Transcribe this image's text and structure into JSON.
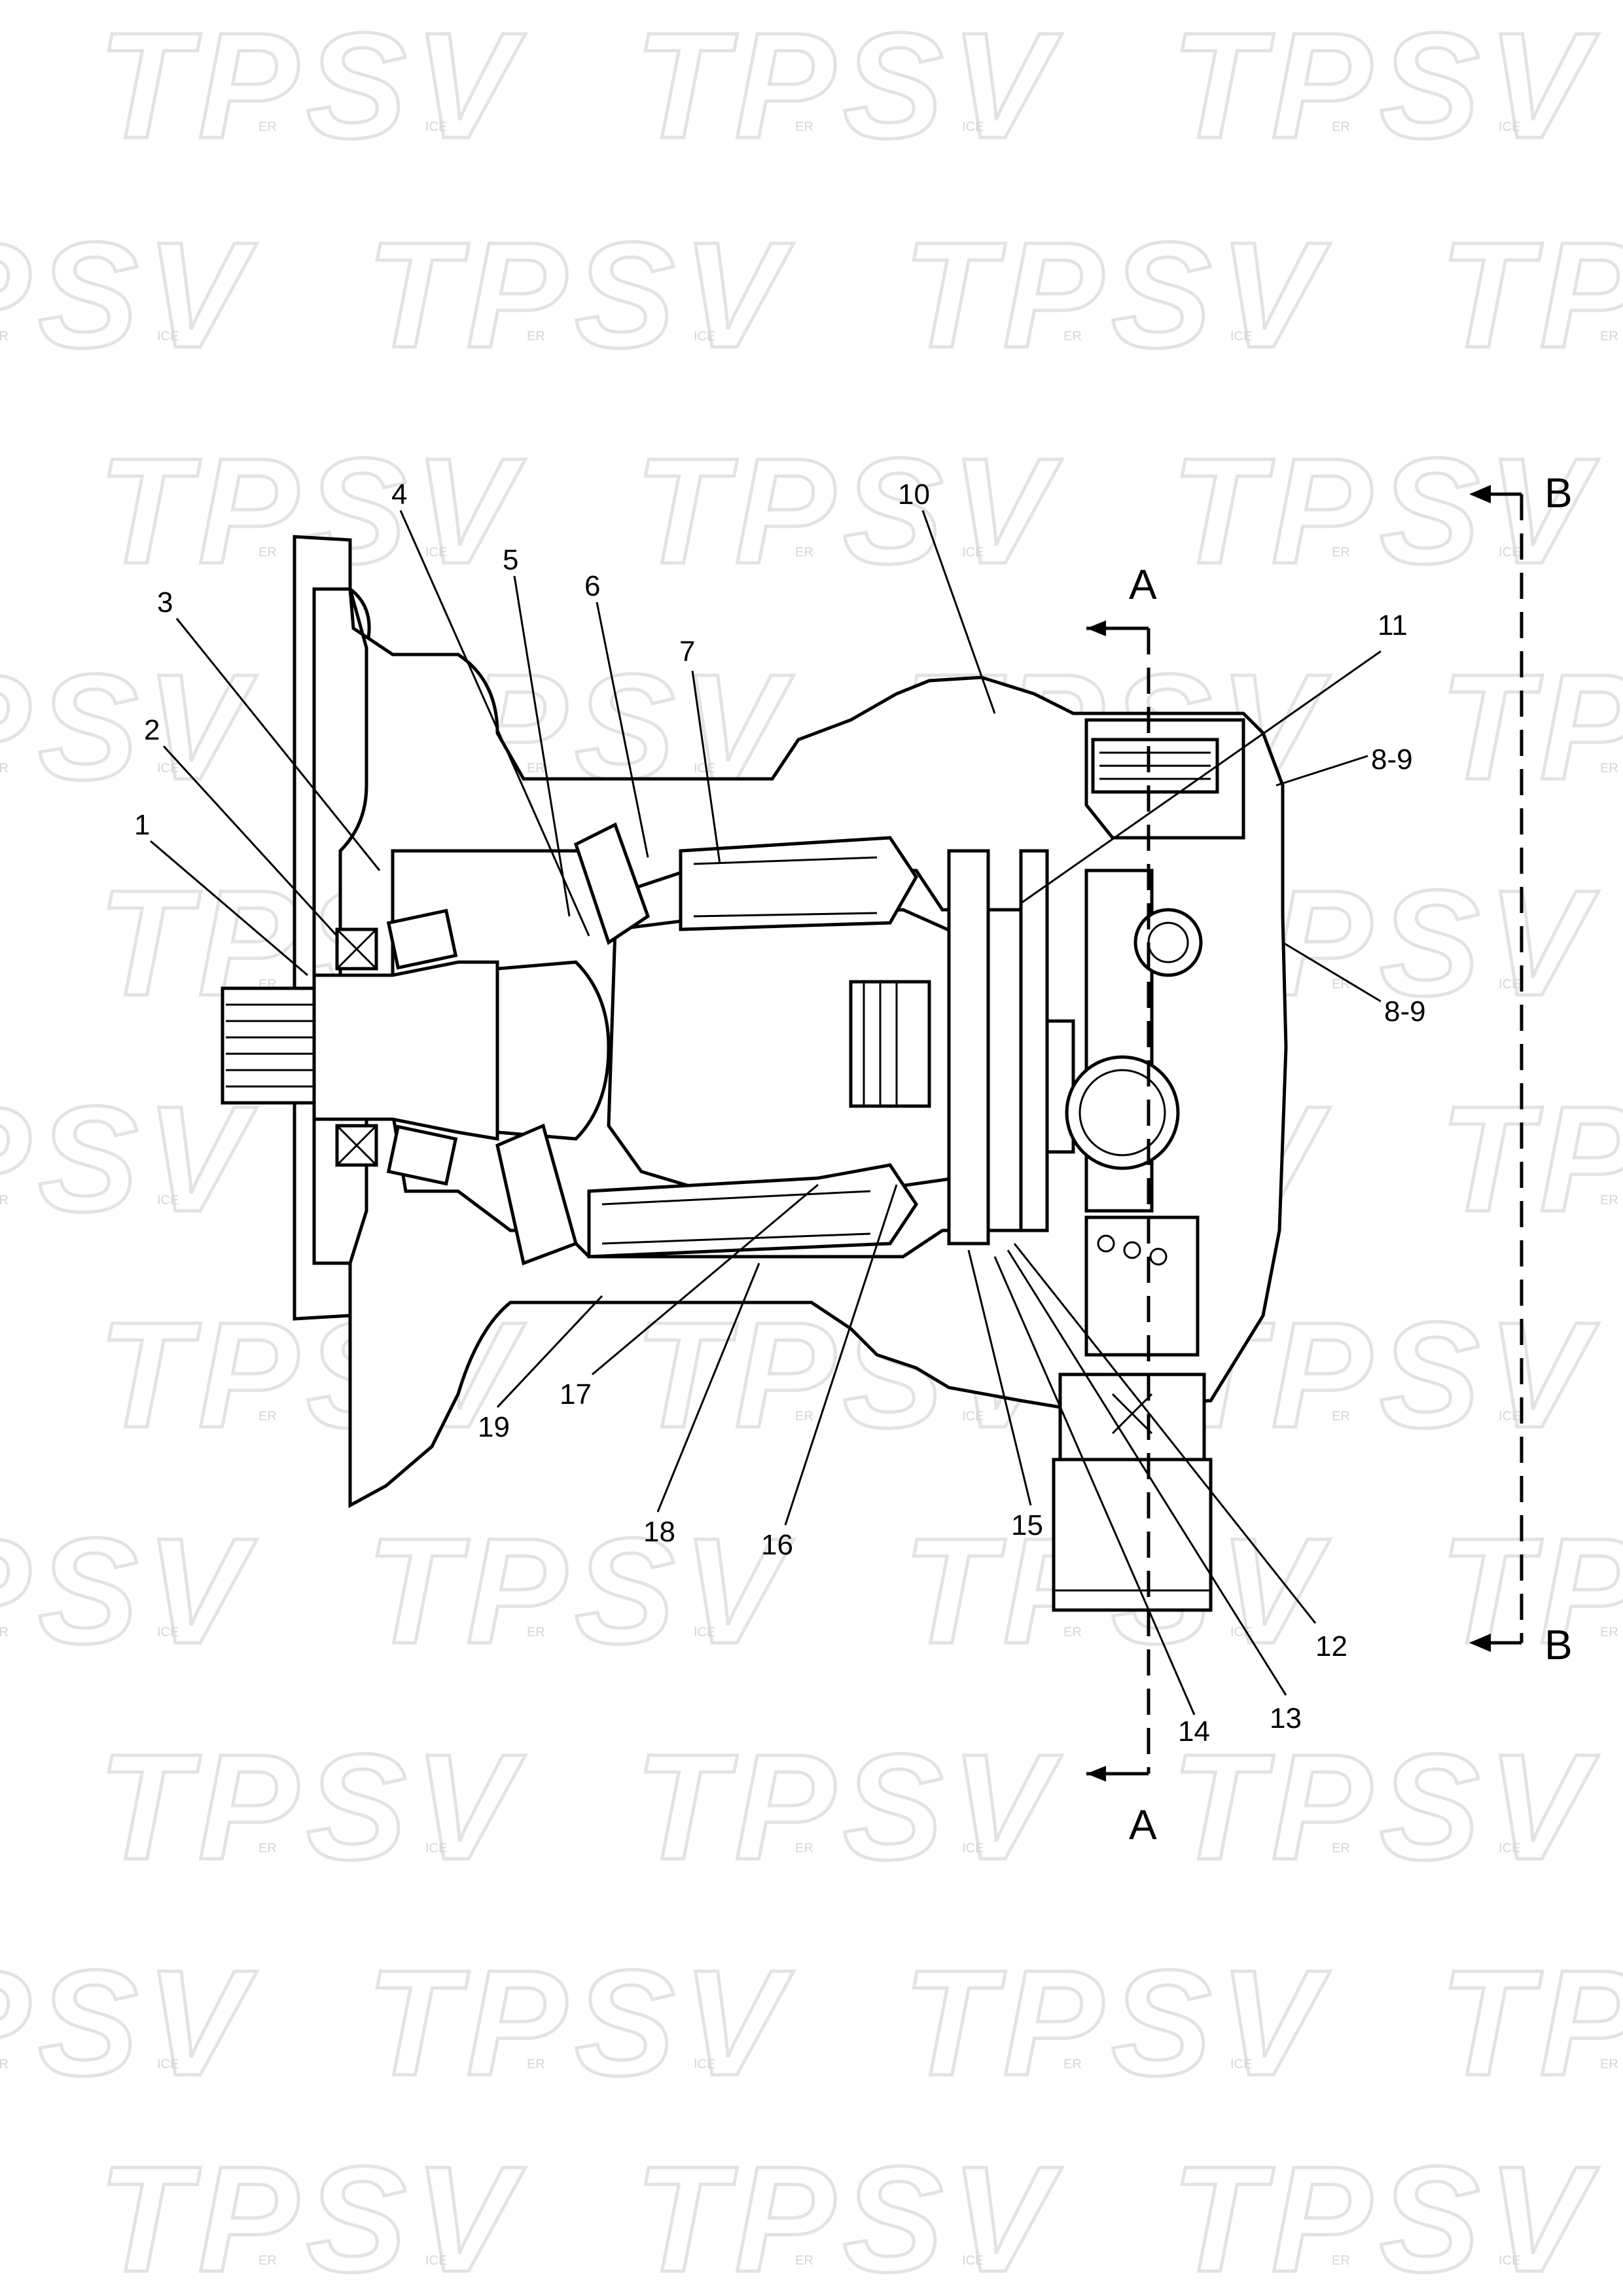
{
  "watermark": {
    "text": "TPSV",
    "sub_left": "ER",
    "sub_right": "ICE"
  },
  "callouts": [
    {
      "id": "c1",
      "label": "1"
    },
    {
      "id": "c2",
      "label": "2"
    },
    {
      "id": "c3",
      "label": "3"
    },
    {
      "id": "c4",
      "label": "4"
    },
    {
      "id": "c5",
      "label": "5"
    },
    {
      "id": "c6",
      "label": "6"
    },
    {
      "id": "c7",
      "label": "7"
    },
    {
      "id": "c10",
      "label": "10"
    },
    {
      "id": "c11",
      "label": "11"
    },
    {
      "id": "c89a",
      "label": "8-9"
    },
    {
      "id": "c89b",
      "label": "8-9"
    },
    {
      "id": "c12",
      "label": "12"
    },
    {
      "id": "c13",
      "label": "13"
    },
    {
      "id": "c14",
      "label": "14"
    },
    {
      "id": "c15",
      "label": "15"
    },
    {
      "id": "c16",
      "label": "16"
    },
    {
      "id": "c17",
      "label": "17"
    },
    {
      "id": "c18",
      "label": "18"
    },
    {
      "id": "c19",
      "label": "19"
    }
  ],
  "sections": {
    "a_top": "A",
    "a_bottom": "A",
    "b_top": "B",
    "b_bottom": "B"
  }
}
